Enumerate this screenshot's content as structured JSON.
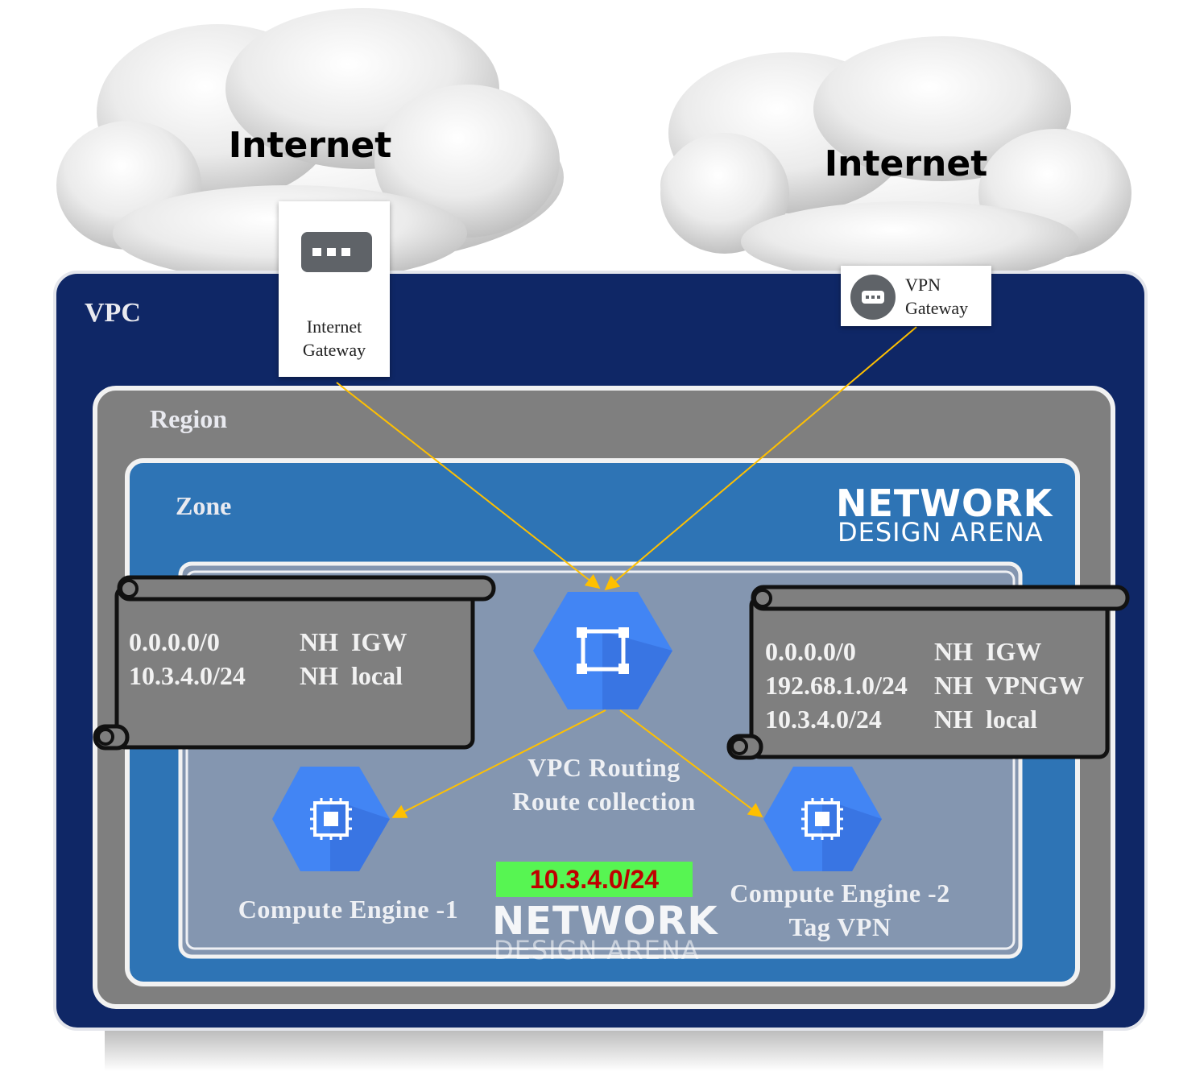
{
  "clouds": [
    {
      "title": "Internet"
    },
    {
      "title": "Internet"
    }
  ],
  "gateways": {
    "internet": {
      "line1": "Internet",
      "line2": "Gateway",
      "icon": "gateway-icon"
    },
    "vpn": {
      "line1": "VPN",
      "line2": "Gateway",
      "icon": "gateway-icon"
    }
  },
  "containers": {
    "vpc": "VPC",
    "region": "Region",
    "zone": "Zone"
  },
  "branding": {
    "line1": "NETWORK",
    "line2": "DESIGN ARENA"
  },
  "route_table_left": {
    "rows": [
      {
        "dest": "0.0.0.0/0",
        "next_hop": "NH  IGW"
      },
      {
        "dest": "10.3.4.0/24",
        "next_hop": "NH  local"
      }
    ]
  },
  "route_table_right": {
    "rows": [
      {
        "dest": "0.0.0.0/0",
        "next_hop": "NH  IGW"
      },
      {
        "dest": "192.68.1.0/24",
        "next_hop": "NH  VPNGW"
      },
      {
        "dest": "10.3.4.0/24",
        "next_hop": "NH  local"
      }
    ]
  },
  "router": {
    "line1": "VPC Routing",
    "line2": "Route collection",
    "icon": "vpc-routing-icon"
  },
  "compute1": {
    "label": "Compute Engine -1",
    "icon": "compute-engine-icon"
  },
  "compute2": {
    "line1": "Compute Engine -2",
    "line2": "Tag VPN",
    "icon": "compute-engine-icon"
  },
  "subnet": "10.3.4.0/24",
  "colors": {
    "vpc_fill": "#0f2766",
    "region_fill": "#7f7f7f",
    "zone_fill": "#2e74b5",
    "subnet_fill": "#8496b0",
    "route_table_fill": "#7f7f7f",
    "hex_blue": "#4285f4",
    "arrow": "#ffc000",
    "subnet_badge": "#57f552",
    "subnet_text": "#c00000"
  }
}
